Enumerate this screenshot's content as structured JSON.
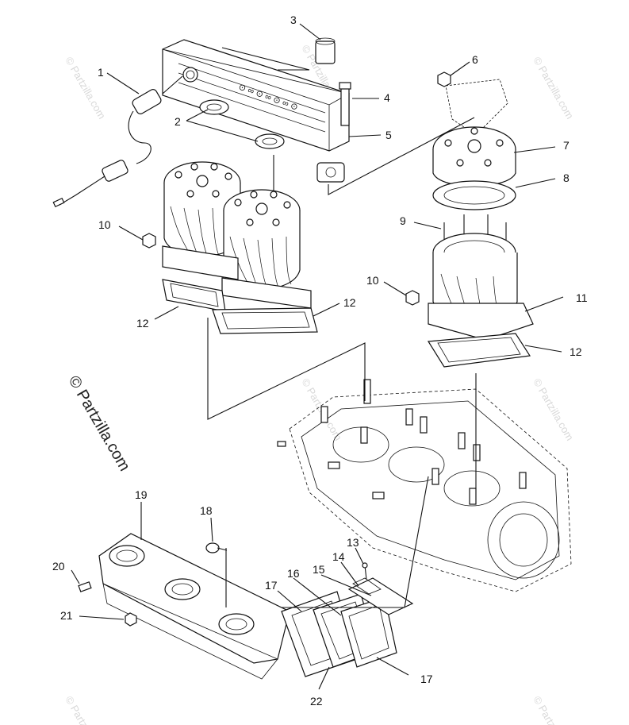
{
  "watermark": {
    "brand": "© Partzilla.com",
    "small": "© Partzilla.com"
  },
  "callouts": [
    "1",
    "2",
    "3",
    "4",
    "5",
    "6",
    "7",
    "8",
    "9",
    "10",
    "10",
    "11",
    "12",
    "12",
    "12",
    "13",
    "14",
    "15",
    "16",
    "17",
    "17",
    "18",
    "19",
    "20",
    "21",
    "22"
  ],
  "labels": {
    "c1": "1",
    "c2": "2",
    "c3": "3",
    "c4": "4",
    "c5": "5",
    "c6": "6",
    "c7": "7",
    "c8": "8",
    "c9": "9",
    "c10a": "10",
    "c10b": "10",
    "c11": "11",
    "c12a": "12",
    "c12b": "12",
    "c12c": "12",
    "c13": "13",
    "c14": "14",
    "c15": "15",
    "c16": "16",
    "c17a": "17",
    "c17b": "17",
    "c18": "18",
    "c19": "19",
    "c20": "20",
    "c21": "21",
    "c22": "22"
  }
}
